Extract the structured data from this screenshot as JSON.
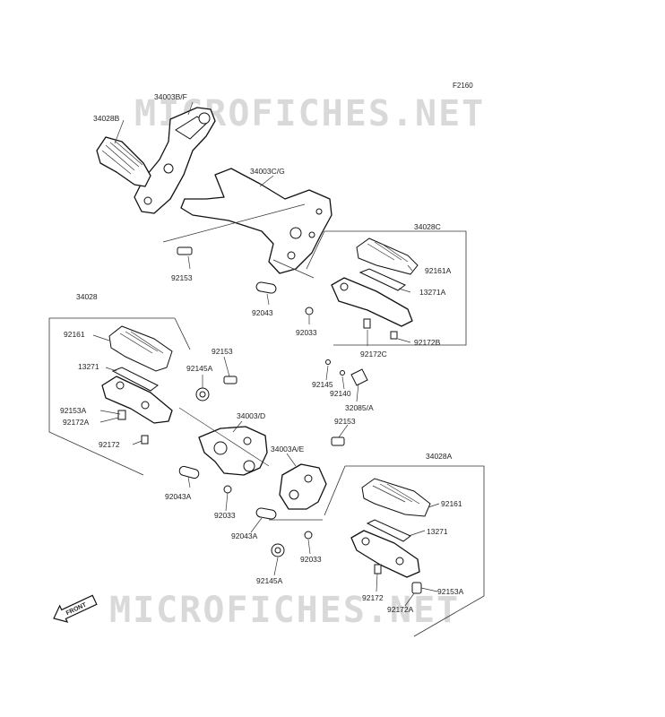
{
  "figure_code": "F2160",
  "watermark": "MICROFICHES.NET",
  "front_label": "FRONT",
  "parts": [
    {
      "id": "34003B/F"
    },
    {
      "id": "34028B"
    },
    {
      "id": "34003C/G"
    },
    {
      "id": "34028C"
    },
    {
      "id": "92153"
    },
    {
      "id": "92161A"
    },
    {
      "id": "13271A"
    },
    {
      "id": "92043"
    },
    {
      "id": "92033"
    },
    {
      "id": "92172C"
    },
    {
      "id": "92172B"
    },
    {
      "id": "34028"
    },
    {
      "id": "92161"
    },
    {
      "id": "92153"
    },
    {
      "id": "92145A"
    },
    {
      "id": "13271"
    },
    {
      "id": "92145"
    },
    {
      "id": "92140"
    },
    {
      "id": "32085/A"
    },
    {
      "id": "34003/D"
    },
    {
      "id": "92153A"
    },
    {
      "id": "92172A"
    },
    {
      "id": "92153"
    },
    {
      "id": "92172"
    },
    {
      "id": "34003A/E"
    },
    {
      "id": "92043A"
    },
    {
      "id": "92033"
    },
    {
      "id": "34028A"
    },
    {
      "id": "92161"
    },
    {
      "id": "92043A"
    },
    {
      "id": "13271"
    },
    {
      "id": "92033"
    },
    {
      "id": "92145A"
    },
    {
      "id": "92172"
    },
    {
      "id": "92153A"
    },
    {
      "id": "92172A"
    }
  ]
}
